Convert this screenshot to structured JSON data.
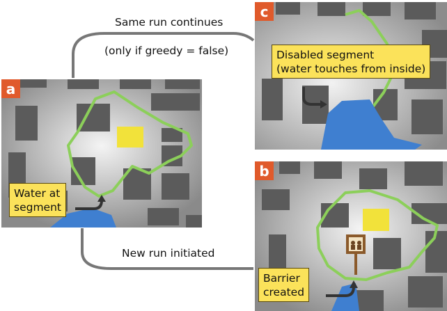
{
  "panels": {
    "a": {
      "label": "a",
      "callout_line1": "Water at",
      "callout_line2": "segment"
    },
    "b": {
      "label": "b",
      "callout_line1": "Barrier",
      "callout_line2": "created"
    },
    "c": {
      "label": "c",
      "callout_line1": "Disabled segment",
      "callout_line2": "(water touches from inside)"
    }
  },
  "connectors": {
    "top_label_line1": "Same run continues",
    "top_label_line2": "(only if greedy = false)",
    "bottom_label": "New run initiated"
  },
  "colors": {
    "badge": "#e05a2b",
    "callout": "#fbe25a",
    "segment": "#8ccf5a",
    "water": "#3f7fd0",
    "target": "#f2e23a",
    "connector": "#777777"
  }
}
